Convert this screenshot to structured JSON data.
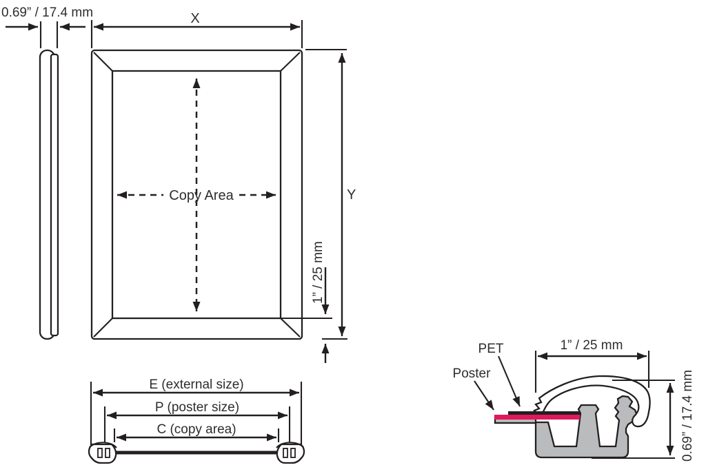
{
  "diagram": {
    "side_view": {
      "thickness_label": "0.69” / 17.4 mm"
    },
    "front_view": {
      "width_label": "X",
      "height_label": "Y",
      "copy_area_label": "Copy Area",
      "frame_border_label": "1” / 25 mm"
    },
    "section_view": {
      "external_size_label": "E (external size)",
      "poster_size_label": "P (poster size)",
      "copy_area_label": "C (copy area)"
    },
    "profile_detail": {
      "pet_label": "PET",
      "poster_label": "Poster",
      "face_width_label": "1” / 25 mm",
      "depth_label": "0.69” / 17.4 mm"
    }
  },
  "colors": {
    "line": "#231f20",
    "text": "#2e2d2c",
    "poster_pink": "#e0195c",
    "pet_black": "#231f20",
    "aluminum_gray": "#b9bbbd"
  }
}
